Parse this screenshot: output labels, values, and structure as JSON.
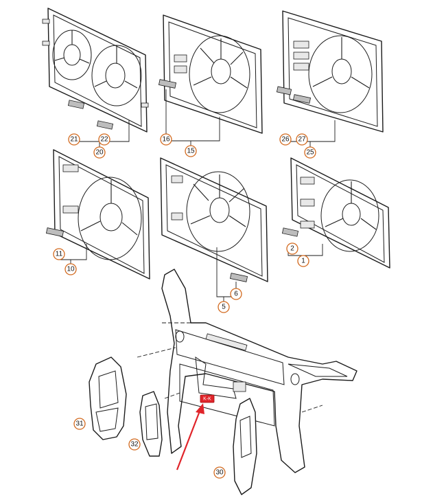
{
  "colors": {
    "callout_border": "#d2691e",
    "highlight": "#e0242a",
    "line": "#1a1a1a",
    "background": "#ffffff"
  },
  "callouts": [
    {
      "id": "c21",
      "label": "21"
    },
    {
      "id": "c22",
      "label": "22"
    },
    {
      "id": "c20",
      "label": "20"
    },
    {
      "id": "c16",
      "label": "16"
    },
    {
      "id": "c15",
      "label": "15"
    },
    {
      "id": "c26",
      "label": "26"
    },
    {
      "id": "c27",
      "label": "27"
    },
    {
      "id": "c25",
      "label": "25"
    },
    {
      "id": "c11",
      "label": "11"
    },
    {
      "id": "c10",
      "label": "10"
    },
    {
      "id": "c6",
      "label": "6"
    },
    {
      "id": "c5",
      "label": "5"
    },
    {
      "id": "c2",
      "label": "2"
    },
    {
      "id": "c1",
      "label": "1"
    },
    {
      "id": "c31",
      "label": "31"
    },
    {
      "id": "c32",
      "label": "32"
    },
    {
      "id": "c30",
      "label": "30"
    }
  ],
  "highlight_marker": {
    "label": "K-K",
    "icon": "arrow-pointer-icon"
  }
}
